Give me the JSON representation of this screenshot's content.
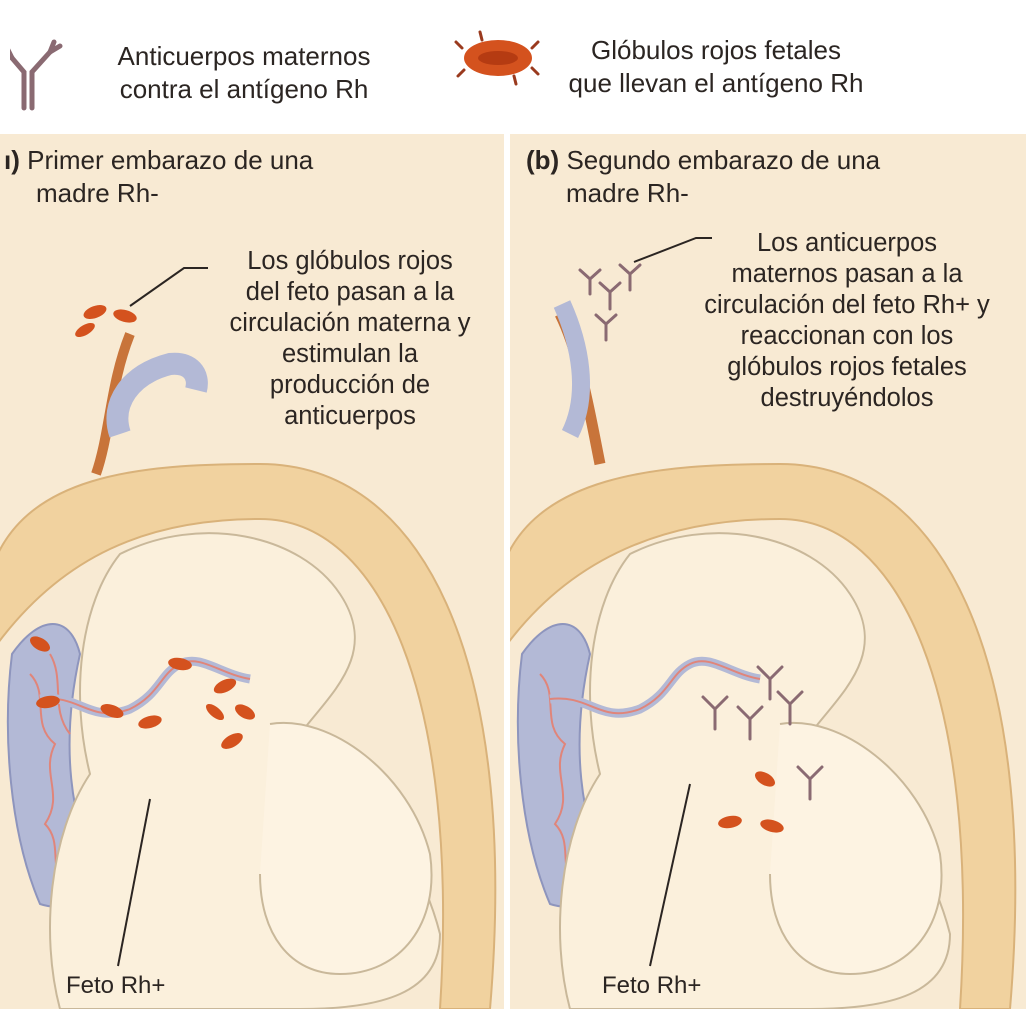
{
  "legend": {
    "antibody_label": [
      "Anticuerpos maternos",
      "contra el antígeno Rh"
    ],
    "rbc_label": [
      "Glóbulos rojos fetales",
      "que llevan el antígeno Rh"
    ]
  },
  "panel_a": {
    "title_letter": "ı)",
    "title": [
      "Primer embarazo de una",
      "madre Rh-"
    ],
    "callout": [
      "Los glóbulos rojos",
      "del feto pasan a la",
      "circulación materna y",
      "estimulan la",
      "producción de",
      "anticuerpos"
    ],
    "fetus_label": "Feto Rh+"
  },
  "panel_b": {
    "title_letter": "(b)",
    "title": [
      "Segundo embarazo de una",
      "madre Rh-"
    ],
    "callout": [
      "Los anticuerpos",
      "maternos pasan a la",
      "circulación del feto Rh+ y",
      "reaccionan con los",
      "glóbulos rojos fetales",
      "destruyéndolos"
    ],
    "fetus_label": "Feto Rh+"
  },
  "colors": {
    "background": "#f8ead3",
    "uterus_wall": "#f1d29f",
    "placenta": "#b3b9d6",
    "antibody": "#8a6a72",
    "fetal_rbc": "#d4521e",
    "cord_artery": "#c8743a"
  }
}
